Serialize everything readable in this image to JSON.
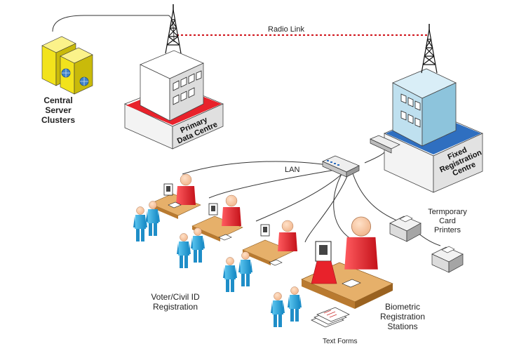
{
  "labels": {
    "radio_link": "Radio Link",
    "lan": "LAN",
    "central_servers": [
      "Central",
      "Server",
      "Clusters"
    ],
    "primary_dc": [
      "Primary",
      "Data Centre"
    ],
    "fixed_rc": [
      "Fixed",
      "Registration",
      "Centre"
    ],
    "temp_printers": [
      "Termporary",
      "Card",
      "Printers"
    ],
    "voter_reg": [
      "Voter/Civil ID",
      "Registration"
    ],
    "biometric": [
      "Biometric",
      "Registration",
      "Stations"
    ],
    "text_forms": "Text Forms"
  },
  "colors": {
    "building_red_base": "#e8222b",
    "building_blue_base": "#2f6fc0",
    "building_blue_tower": "#bfe0ef",
    "person_blue": "#2aa2d8",
    "person_red": "#e8222b",
    "server_yellow": "#f2e31c",
    "radio_link": "#d0141c",
    "desk": "#d9a35a"
  }
}
